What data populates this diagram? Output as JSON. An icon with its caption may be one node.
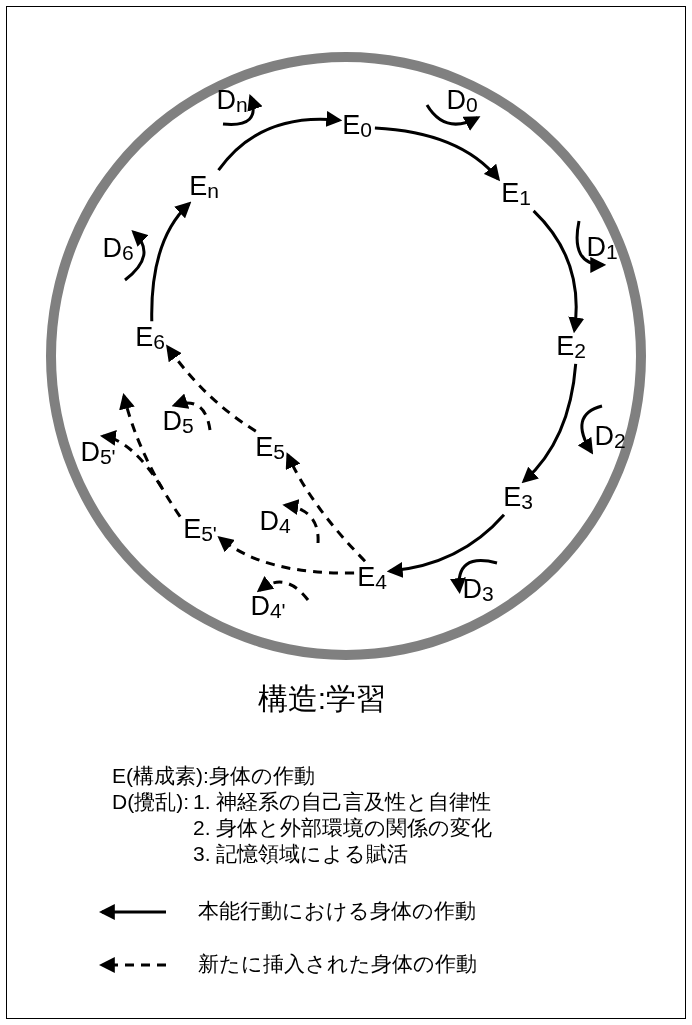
{
  "diagram": {
    "title": "構造:学習",
    "nodes": [
      {
        "text": [],
        "shape": "circle"
      },
      {
        "text": [
          "E$_{0}$"
        ],
        "in": 0
      },
      {
        "text": [
          "D$_{0}$"
        ],
        "in": 0
      },
      {
        "text": [
          "E$_{1}$"
        ],
        "in": 0
      },
      {
        "text": [
          "D$_{1}$"
        ],
        "in": 0
      },
      {
        "text": [
          "E$_{2}$"
        ],
        "in": 0
      },
      {
        "text": [
          "D$_{2}$"
        ],
        "in": 0
      },
      {
        "text": [
          "E$_{3}$"
        ],
        "in": 0
      },
      {
        "text": [
          "D$_{3}$"
        ],
        "in": 0
      },
      {
        "text": [
          "E$_{4}$"
        ],
        "in": 0
      },
      {
        "text": [
          "D$_{4'}$"
        ],
        "in": 0
      },
      {
        "text": [
          "E$_{5'}$"
        ],
        "in": 0
      },
      {
        "text": [
          "D$_{4}$"
        ],
        "in": 0
      },
      {
        "text": [
          "E$_{5}$"
        ],
        "in": 0
      },
      {
        "text": [
          "D$_{5}$"
        ],
        "in": 0
      },
      {
        "text": [
          "D$_{5'}$"
        ],
        "in": 0
      },
      {
        "text": [
          "E$_{6}$"
        ],
        "in": 0
      },
      {
        "text": [
          "D$_{6}$"
        ],
        "in": 0
      },
      {
        "text": [
          "E$_{n}$"
        ],
        "in": 0
      },
      {
        "text": [
          "D$_{n}$"
        ],
        "in": 0
      }
    ],
    "edges": [
      {
        "from": 1,
        "to": 3,
        "arrow": "to"
      },
      {
        "from": 3,
        "to": 5,
        "arrow": "to"
      },
      {
        "from": 5,
        "to": 7,
        "arrow": "to"
      },
      {
        "from": 7,
        "to": 9,
        "arrow": "to"
      },
      {
        "from": 9,
        "to": 13,
        "arrow": "to",
        "style": "dashed"
      },
      {
        "from": 13,
        "to": 16,
        "arrow": "to",
        "style": "dashed"
      },
      {
        "from": 9,
        "to": 11,
        "arrow": "to",
        "style": "dashed"
      },
      {
        "from": 11,
        "to": null,
        "arrow": "to",
        "style": "dashed"
      },
      {
        "from": 16,
        "to": 18,
        "arrow": "to"
      },
      {
        "from": 18,
        "to": 1,
        "arrow": "to"
      },
      {
        "from": null,
        "to": 2,
        "arrow": "to"
      },
      {
        "from": null,
        "to": 4,
        "arrow": "to"
      },
      {
        "from": null,
        "to": 6,
        "arrow": "to"
      },
      {
        "from": null,
        "to": 8,
        "arrow": "to"
      },
      {
        "from": null,
        "to": 12,
        "arrow": "to",
        "style": "dashed"
      },
      {
        "from": null,
        "to": 14,
        "arrow": "to",
        "style": "dashed"
      },
      {
        "from": null,
        "to": 10,
        "arrow": "to",
        "style": "dashed"
      },
      {
        "from": null,
        "to": 15,
        "arrow": "to",
        "style": "dashed"
      },
      {
        "from": null,
        "to": 17,
        "arrow": "to"
      },
      {
        "from": null,
        "to": 19,
        "arrow": "to"
      }
    ],
    "labels": [
      "E(構成素):身体の作動",
      "D(攪乱):",
      "1. 神経系の自己言及性と自律性",
      "2. 身体と外部環境の関係の変化",
      "3. 記憶領域による賦活"
    ],
    "legend": [
      {
        "text": "本能行動における身体の作動"
      },
      {
        "text": "新たに挿入された身体の作動"
      }
    ]
  }
}
